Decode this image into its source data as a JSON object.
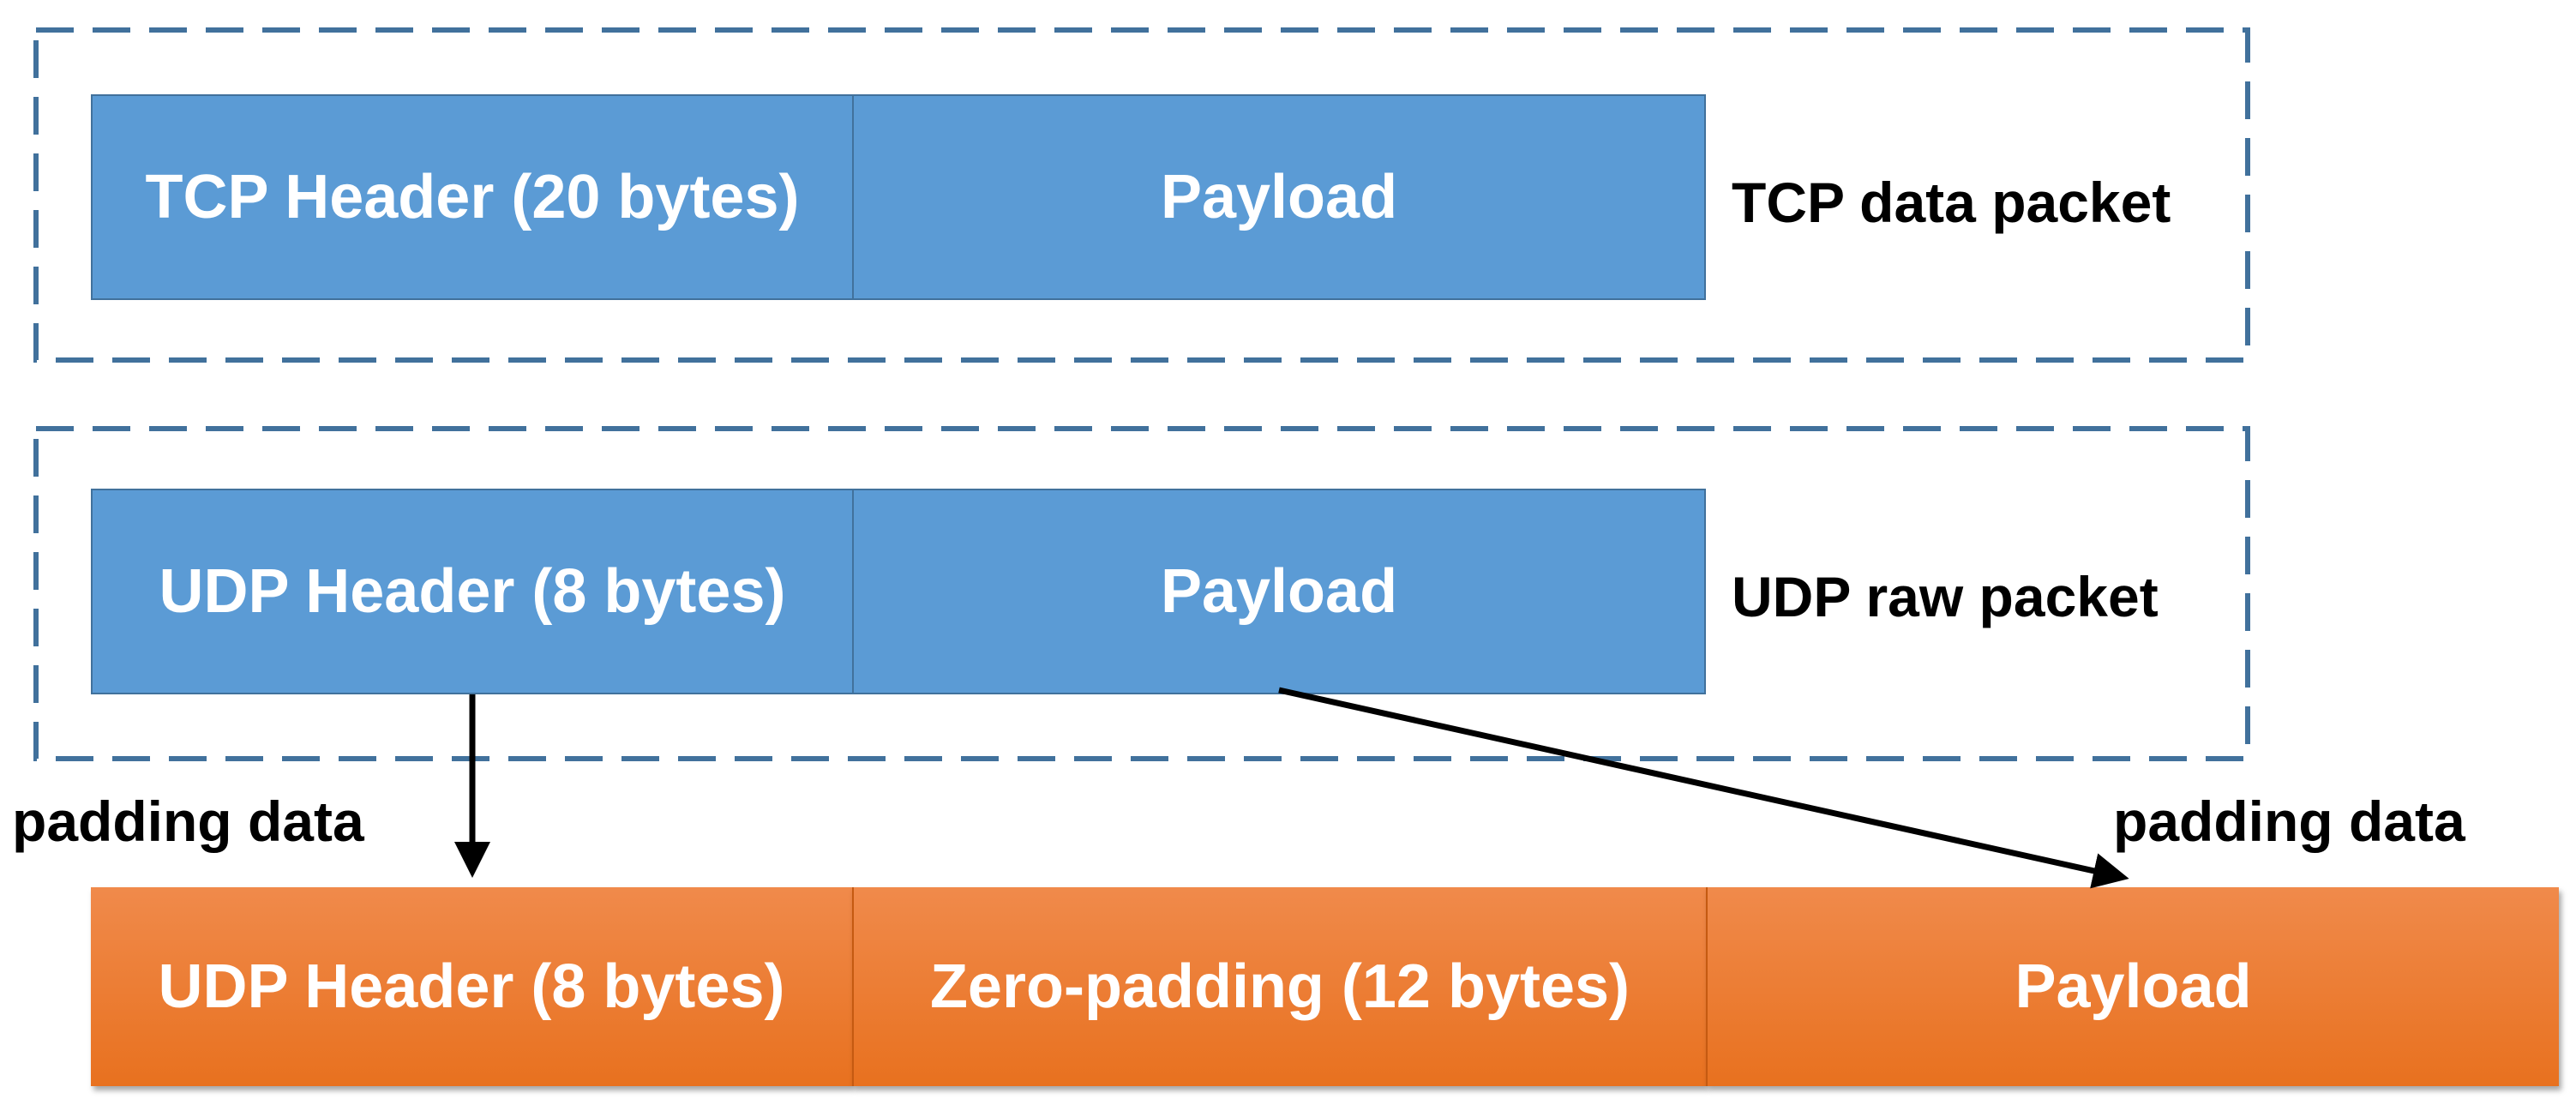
{
  "tcp_packet": {
    "header_label": "TCP Header (20 bytes)",
    "payload_label": "Payload",
    "caption": "TCP data packet"
  },
  "udp_raw_packet": {
    "header_label": "UDP Header (8 bytes)",
    "payload_label": "Payload",
    "caption": "UDP raw packet"
  },
  "padded_packet": {
    "header_label": "UDP Header (8 bytes)",
    "zero_padding_label": "Zero-padding (12 bytes)",
    "payload_label": "Payload"
  },
  "arrows": {
    "left_label": "padding data",
    "right_label": "padding data"
  },
  "colors": {
    "blue_fill": "#5b9bd5",
    "blue_border": "#41719c",
    "orange_fill": "#ed7d31",
    "dashed_border": "#41719c"
  }
}
